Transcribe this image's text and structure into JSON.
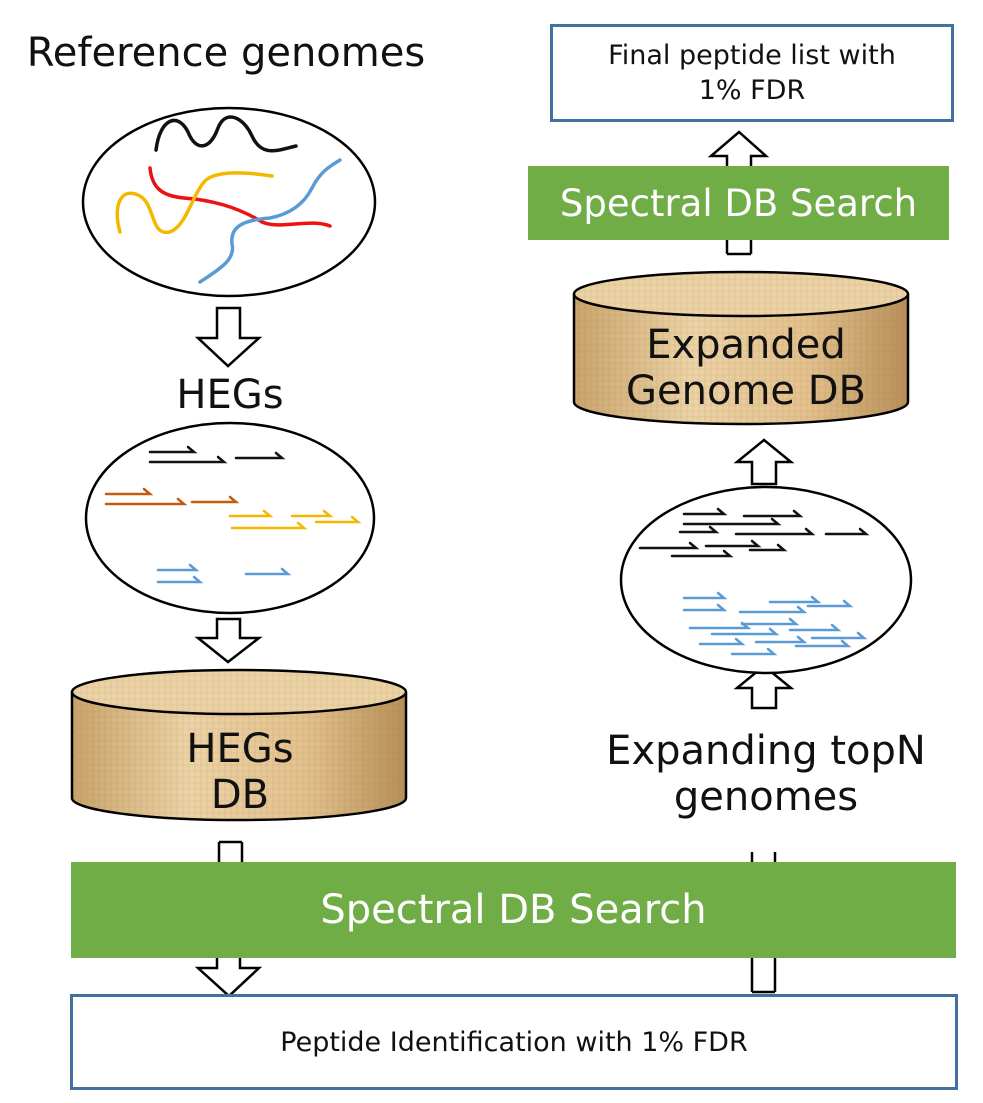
{
  "labels": {
    "reference_genomes": "Reference genomes",
    "hegs": "HEGs",
    "hegs_db_line1": "HEGs",
    "hegs_db_line2": "DB",
    "expanded_db_line1": "Expanded",
    "expanded_db_line2": "Genome DB",
    "expanding_line1": "Expanding topN",
    "expanding_line2": "genomes",
    "spectral_search_top": "Spectral DB Search",
    "spectral_search_main": "Spectral DB Search",
    "final_line1": "Final peptide list with",
    "final_line2": "1% FDR",
    "peptide_identification": "Peptide Identification with 1% FDR"
  },
  "colors": {
    "search_bar": "#70ad47",
    "box_border": "#41719c",
    "cylinder_fill": "#e6c595",
    "genome_black": "#111111",
    "genome_red": "#ee1111",
    "genome_yellow": "#f5b800",
    "genome_blue": "#5b9bd5",
    "genome_orange": "#c55a11"
  }
}
